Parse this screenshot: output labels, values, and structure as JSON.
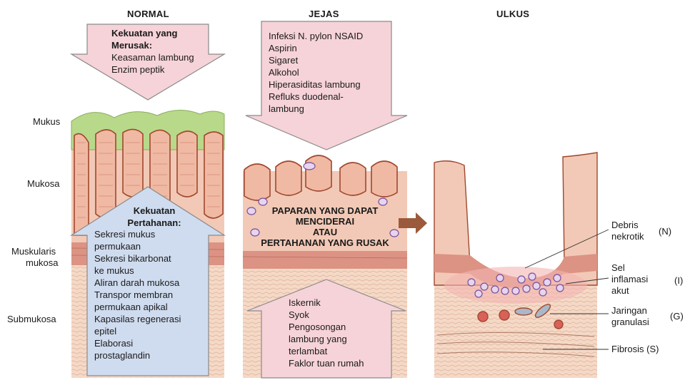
{
  "headers": {
    "normal": "NORMAL",
    "jejas": "JEJAS",
    "ulkus": "ULKUS"
  },
  "layer_labels": {
    "mukus": "Mukus",
    "mukosa": "Mukosa",
    "muskularis_line1": "Muskularis",
    "muskularis_line2": "mukosa",
    "submukosa": "Submukosa"
  },
  "normal_damaging": {
    "title_line1": "Kekuatan yang",
    "title_line2": "Merusak:",
    "items": [
      "Keasaman lambung",
      "Enzim peptik"
    ]
  },
  "normal_defense": {
    "title_line1": "Kekuatan",
    "title_line2": "Pertahanan:",
    "items": [
      "Sekresi mukus",
      "permukaan",
      "Sekresi bikarbonat",
      "ke mukus",
      "Aliran darah mukosa",
      "Transpor membran",
      "permukaan apikal",
      "Kapasilas regenerasi",
      "epitel",
      "Elaborasi",
      "prostaglandin"
    ]
  },
  "jejas_injury": {
    "items": [
      "Infeksi N. pylon NSAID",
      "Aspirin",
      "Sigaret",
      "Alkohol",
      "Hiperasiditas lambung",
      "Refluks duodenal-",
      "lambung"
    ]
  },
  "jejas_center": {
    "lines": [
      "PAPARAN YANG DAPAT",
      "MENCIDERAI",
      "ATAU",
      "PERTAHANAN YANG RUSAK"
    ]
  },
  "jejas_defense": {
    "items": [
      "Iskernik",
      "Syok",
      "Pengosongan",
      "lambung yang",
      "terlambat",
      "Faklor tuan rumah"
    ]
  },
  "ulkus_annotations": {
    "debris_line1": "Debris",
    "debris_line2": "nekrotik",
    "debris_code": "(N)",
    "sel_line1": "Sel",
    "sel_line2": "inflamasi",
    "sel_line3": "akut",
    "sel_code": "(I)",
    "jaringan_line1": "Jaringan",
    "jaringan_line2": "granulasi",
    "jaringan_code": "(G)",
    "fibrosis": "Fibrosis (S)"
  },
  "colors": {
    "mucus": "#b8d98a",
    "mucosa": "#f2c9b6",
    "gland_outline": "#a0482e",
    "muscularis": "#d98a7c",
    "submucosa": "#f5d9c7",
    "damaging_arrow": "#f6d3d8",
    "defense_arrow": "#cfdcef",
    "progress_arrow": "#9b5a3c"
  }
}
